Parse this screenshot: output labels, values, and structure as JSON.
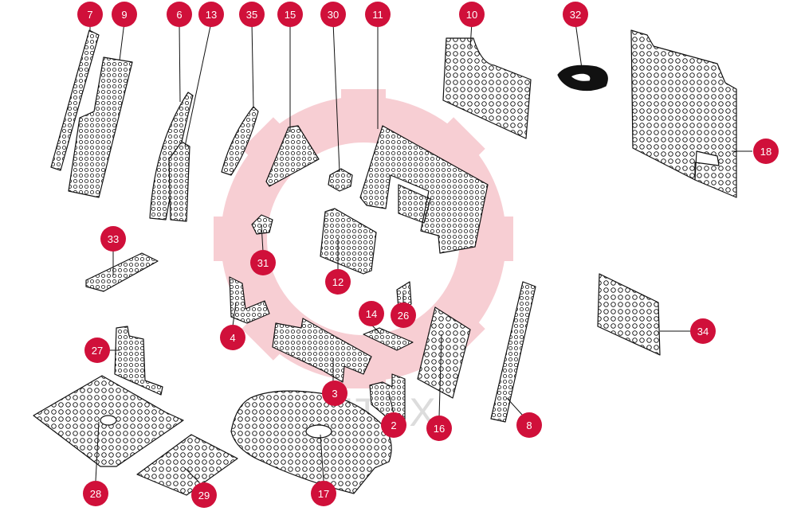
{
  "colors": {
    "callout": "#d0103a",
    "callout_text": "#ffffff",
    "outline": "#111111",
    "watermark_gear": "#f6c9cf",
    "watermark_text": "#d8d8d8"
  },
  "watermark": {
    "text": "KHTEX",
    "icon": "gear-icon"
  },
  "callouts": {
    "p7": "7",
    "p9": "9",
    "p6": "6",
    "p13": "13",
    "p35": "35",
    "p15": "15",
    "p30": "30",
    "p11": "11",
    "p10": "10",
    "p32": "32",
    "p18": "18",
    "p33": "33",
    "p31": "31",
    "p12": "12",
    "p4": "4",
    "p14": "14",
    "p26": "26",
    "p34": "34",
    "p27": "27",
    "p3": "3",
    "p2": "2",
    "p16": "16",
    "p8": "8",
    "p28": "28",
    "p29": "29",
    "p17": "17"
  }
}
